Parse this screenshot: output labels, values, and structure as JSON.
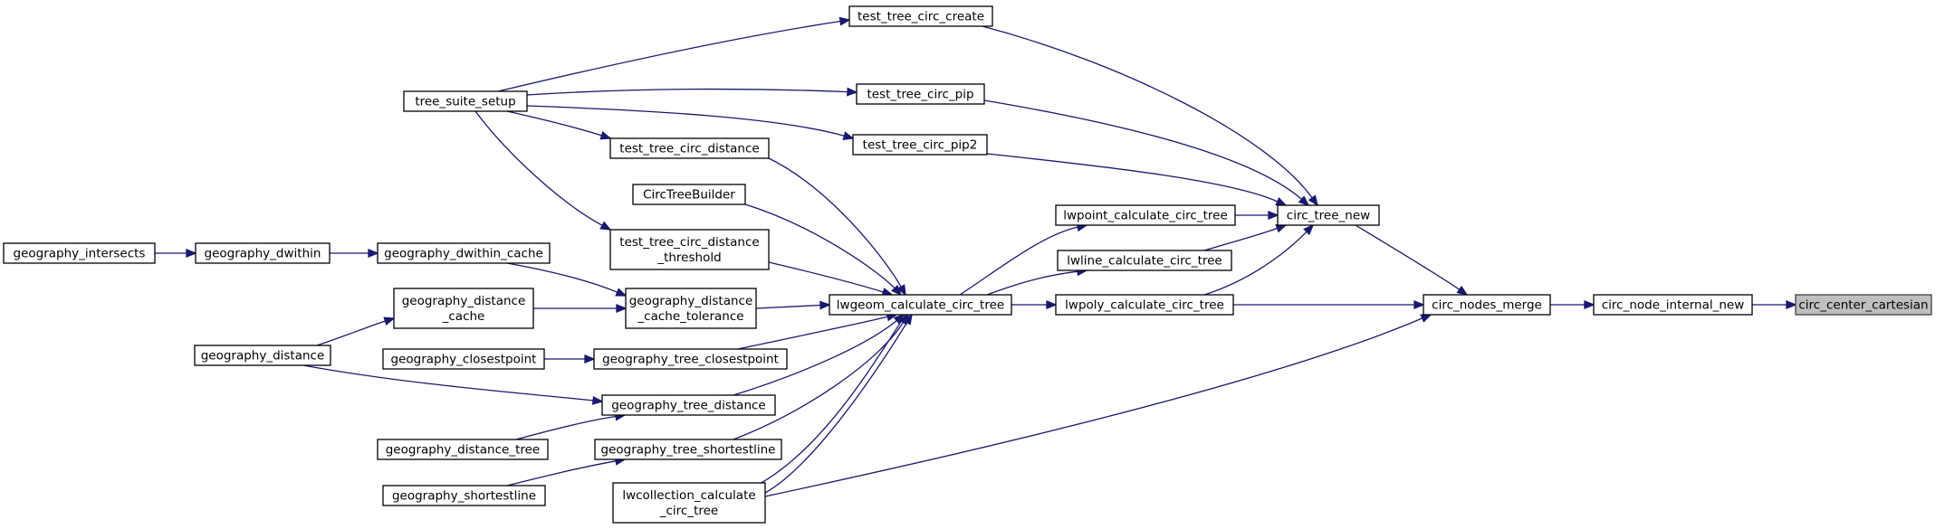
{
  "colors": {
    "edge": "#191970",
    "node_border": "#000000",
    "highlight_fill": "#bfbfbf",
    "background": "#ffffff"
  },
  "nodes": [
    {
      "id": "circ_center_cartesian",
      "lines": [
        "circ_center_cartesian"
      ],
      "highlight": true
    },
    {
      "id": "circ_node_internal_new",
      "lines": [
        "circ_node_internal_new"
      ]
    },
    {
      "id": "circ_nodes_merge",
      "lines": [
        "circ_nodes_merge"
      ]
    },
    {
      "id": "circ_tree_new",
      "lines": [
        "circ_tree_new"
      ]
    },
    {
      "id": "lwpoly_calculate_circ_tree",
      "lines": [
        "lwpoly_calculate_circ_tree"
      ]
    },
    {
      "id": "lwcollection_calculate_circ_tree",
      "lines": [
        "lwcollection_calculate",
        "_circ_tree"
      ]
    },
    {
      "id": "lwgeom_calculate_circ_tree",
      "lines": [
        "lwgeom_calculate_circ_tree"
      ]
    },
    {
      "id": "test_tree_circ_create",
      "lines": [
        "test_tree_circ_create"
      ]
    },
    {
      "id": "test_tree_circ_pip",
      "lines": [
        "test_tree_circ_pip"
      ]
    },
    {
      "id": "test_tree_circ_pip2",
      "lines": [
        "test_tree_circ_pip2"
      ]
    },
    {
      "id": "lwpoint_calculate_circ_tree",
      "lines": [
        "lwpoint_calculate_circ_tree"
      ]
    },
    {
      "id": "lwline_calculate_circ_tree",
      "lines": [
        "lwline_calculate_circ_tree"
      ]
    },
    {
      "id": "tree_suite_setup",
      "lines": [
        "tree_suite_setup"
      ]
    },
    {
      "id": "test_tree_circ_distance",
      "lines": [
        "test_tree_circ_distance"
      ]
    },
    {
      "id": "CircTreeBuilder",
      "lines": [
        "CircTreeBuilder"
      ]
    },
    {
      "id": "test_tree_circ_distance_threshold",
      "lines": [
        "test_tree_circ_distance",
        "_threshold"
      ]
    },
    {
      "id": "geography_distance_cache_tolerance",
      "lines": [
        "geography_distance",
        "_cache_tolerance"
      ]
    },
    {
      "id": "geography_tree_closestpoint",
      "lines": [
        "geography_tree_closestpoint"
      ]
    },
    {
      "id": "geography_tree_distance",
      "lines": [
        "geography_tree_distance"
      ]
    },
    {
      "id": "geography_tree_shortestline",
      "lines": [
        "geography_tree_shortestline"
      ]
    },
    {
      "id": "geography_dwithin_cache",
      "lines": [
        "geography_dwithin_cache"
      ]
    },
    {
      "id": "geography_distance_cache",
      "lines": [
        "geography_distance",
        "_cache"
      ]
    },
    {
      "id": "geography_closestpoint",
      "lines": [
        "geography_closestpoint"
      ]
    },
    {
      "id": "geography_distance_tree",
      "lines": [
        "geography_distance_tree"
      ]
    },
    {
      "id": "geography_shortestline",
      "lines": [
        "geography_shortestline"
      ]
    },
    {
      "id": "geography_dwithin",
      "lines": [
        "geography_dwithin"
      ]
    },
    {
      "id": "geography_distance",
      "lines": [
        "geography_distance"
      ]
    },
    {
      "id": "geography_intersects",
      "lines": [
        "geography_intersects"
      ]
    }
  ],
  "edges": [
    {
      "from": "circ_node_internal_new",
      "to": "circ_center_cartesian"
    },
    {
      "from": "circ_nodes_merge",
      "to": "circ_node_internal_new"
    },
    {
      "from": "circ_tree_new",
      "to": "circ_nodes_merge"
    },
    {
      "from": "lwpoly_calculate_circ_tree",
      "to": "circ_nodes_merge"
    },
    {
      "from": "lwcollection_calculate_circ_tree",
      "to": "circ_nodes_merge"
    },
    {
      "from": "test_tree_circ_create",
      "to": "circ_tree_new"
    },
    {
      "from": "test_tree_circ_pip",
      "to": "circ_tree_new"
    },
    {
      "from": "test_tree_circ_pip2",
      "to": "circ_tree_new"
    },
    {
      "from": "lwpoint_calculate_circ_tree",
      "to": "circ_tree_new"
    },
    {
      "from": "lwline_calculate_circ_tree",
      "to": "circ_tree_new"
    },
    {
      "from": "lwpoly_calculate_circ_tree",
      "to": "circ_tree_new"
    },
    {
      "from": "lwgeom_calculate_circ_tree",
      "to": "lwpoint_calculate_circ_tree"
    },
    {
      "from": "lwgeom_calculate_circ_tree",
      "to": "lwline_calculate_circ_tree"
    },
    {
      "from": "lwgeom_calculate_circ_tree",
      "to": "lwpoly_calculate_circ_tree"
    },
    {
      "from": "lwgeom_calculate_circ_tree",
      "to": "lwcollection_calculate_circ_tree"
    },
    {
      "from": "lwcollection_calculate_circ_tree",
      "to": "lwgeom_calculate_circ_tree"
    },
    {
      "from": "test_tree_circ_distance",
      "to": "lwgeom_calculate_circ_tree"
    },
    {
      "from": "CircTreeBuilder",
      "to": "lwgeom_calculate_circ_tree"
    },
    {
      "from": "test_tree_circ_distance_threshold",
      "to": "lwgeom_calculate_circ_tree"
    },
    {
      "from": "geography_distance_cache_tolerance",
      "to": "lwgeom_calculate_circ_tree"
    },
    {
      "from": "geography_tree_closestpoint",
      "to": "lwgeom_calculate_circ_tree"
    },
    {
      "from": "geography_tree_distance",
      "to": "lwgeom_calculate_circ_tree"
    },
    {
      "from": "geography_tree_shortestline",
      "to": "lwgeom_calculate_circ_tree"
    },
    {
      "from": "tree_suite_setup",
      "to": "test_tree_circ_create"
    },
    {
      "from": "tree_suite_setup",
      "to": "test_tree_circ_pip"
    },
    {
      "from": "tree_suite_setup",
      "to": "test_tree_circ_pip2"
    },
    {
      "from": "tree_suite_setup",
      "to": "test_tree_circ_distance"
    },
    {
      "from": "tree_suite_setup",
      "to": "test_tree_circ_distance_threshold"
    },
    {
      "from": "geography_dwithin_cache",
      "to": "geography_distance_cache_tolerance"
    },
    {
      "from": "geography_distance_cache",
      "to": "geography_distance_cache_tolerance"
    },
    {
      "from": "geography_closestpoint",
      "to": "geography_tree_closestpoint"
    },
    {
      "from": "geography_distance",
      "to": "geography_tree_distance"
    },
    {
      "from": "geography_distance_tree",
      "to": "geography_tree_distance"
    },
    {
      "from": "geography_shortestline",
      "to": "geography_tree_shortestline"
    },
    {
      "from": "geography_dwithin",
      "to": "geography_dwithin_cache"
    },
    {
      "from": "geography_distance",
      "to": "geography_distance_cache"
    },
    {
      "from": "geography_intersects",
      "to": "geography_dwithin"
    }
  ]
}
